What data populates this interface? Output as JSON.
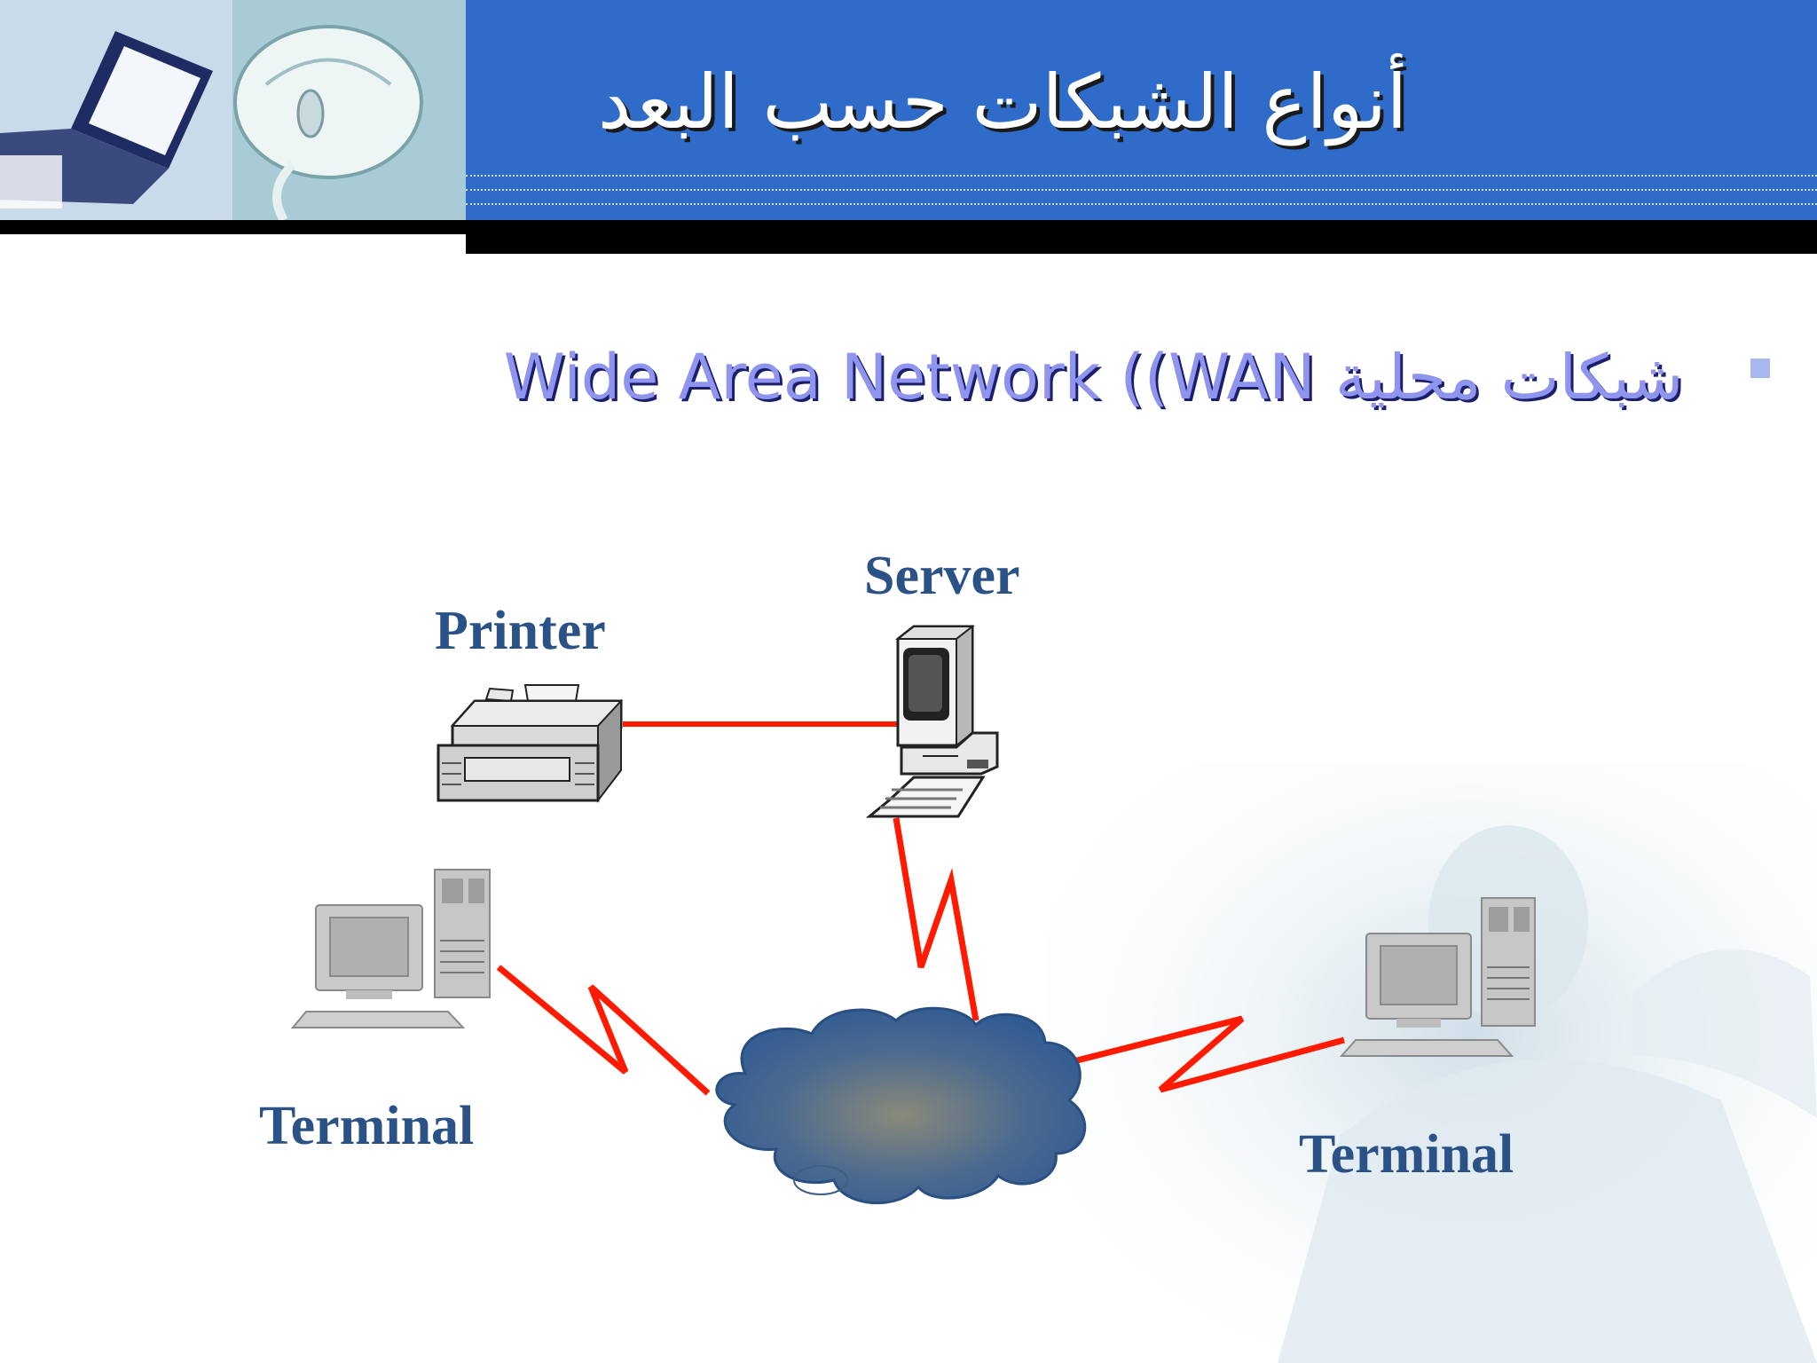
{
  "slide": {
    "title": "أنواع الشبكات حسب البعد",
    "bullet_text": "شبكات محلية Wide Area Network ((WAN"
  },
  "diagram": {
    "nodes": [
      {
        "id": "printer",
        "label": "Printer",
        "icon": "printer-icon"
      },
      {
        "id": "server",
        "label": "Server",
        "icon": "server-computer-icon"
      },
      {
        "id": "terminal-left",
        "label": "Terminal",
        "icon": "desktop-computer-icon"
      },
      {
        "id": "terminal-right",
        "label": "Terminal",
        "icon": "desktop-computer-icon"
      },
      {
        "id": "wan-cloud",
        "label": "",
        "icon": "cloud-icon"
      }
    ],
    "links": [
      {
        "from": "printer",
        "to": "server",
        "style": "straight"
      },
      {
        "from": "server",
        "to": "wan-cloud",
        "style": "lightning"
      },
      {
        "from": "terminal-left",
        "to": "wan-cloud",
        "style": "lightning"
      },
      {
        "from": "terminal-right",
        "to": "wan-cloud",
        "style": "lightning"
      }
    ]
  },
  "colors": {
    "header_blue": "#2f6bc9",
    "title_text": "#ffffff",
    "bullet_text": "#8f95ef",
    "label_text": "#2a5287",
    "link_red": "#ff1a00",
    "cloud_blue": "#2f5a93"
  }
}
